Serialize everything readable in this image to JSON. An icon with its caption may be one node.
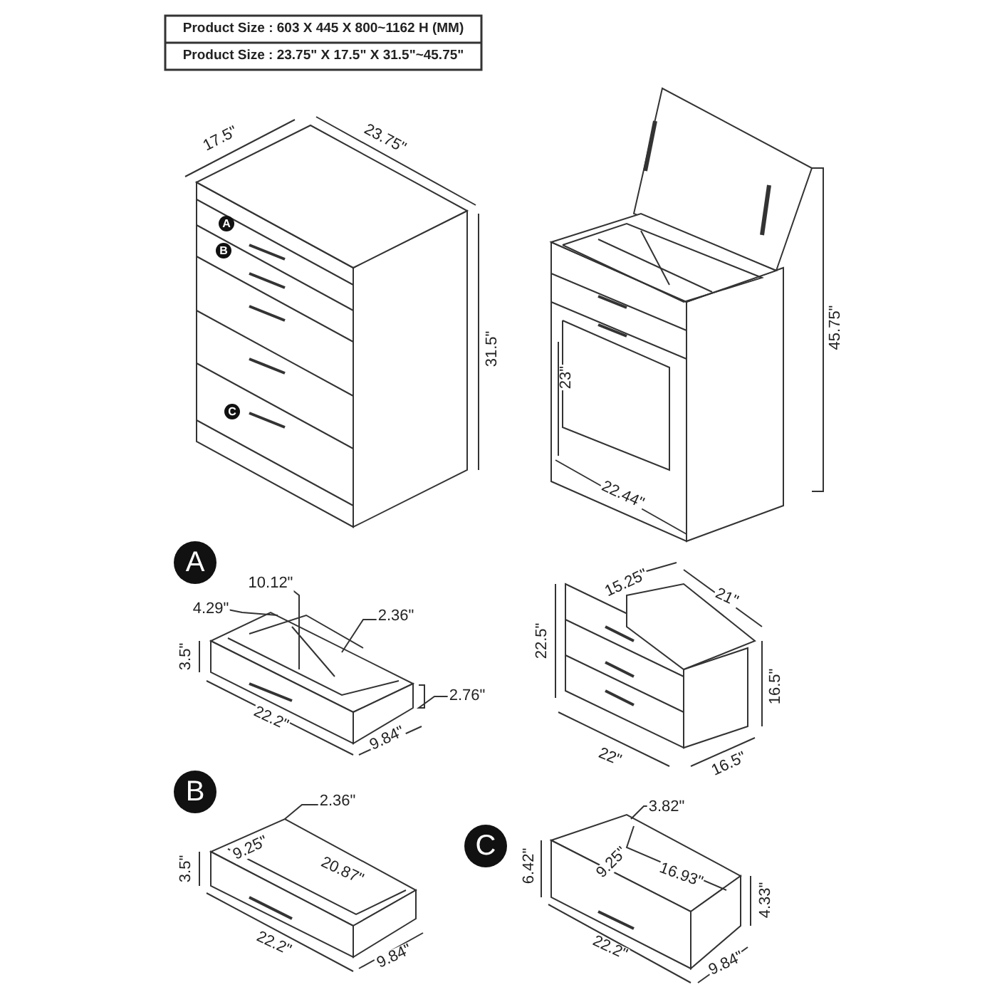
{
  "diagram": {
    "labels": [
      "Product Size : 603 X 445 X 800~1162 H (MM)",
      "Product Size : 23.75\" X 17.5\" X 31.5\"~45.75\"",
      "17.5\"",
      "23.75\"",
      "A",
      "B",
      "31.5\"",
      "C",
      "45.75\"",
      "23\"",
      "22.44\"",
      "A",
      "10.12\"",
      "4.29\"",
      "2.36\"",
      "3.5\"",
      "2.76\"",
      "22.2\"",
      "9.84\"",
      "15.25\"",
      "21\"",
      "22.5\"",
      "16.5\"",
      "22\"",
      "16.5\"",
      "B",
      "2.36\"",
      "9.25\"",
      "20.87\"",
      "3.5\"",
      "22.2\"",
      "9.84\"",
      "C",
      "3.82\"",
      "9.25\"",
      "16.93\"",
      "6.42\"",
      "4.33\"",
      "22.2\"",
      "9.84\""
    ]
  }
}
